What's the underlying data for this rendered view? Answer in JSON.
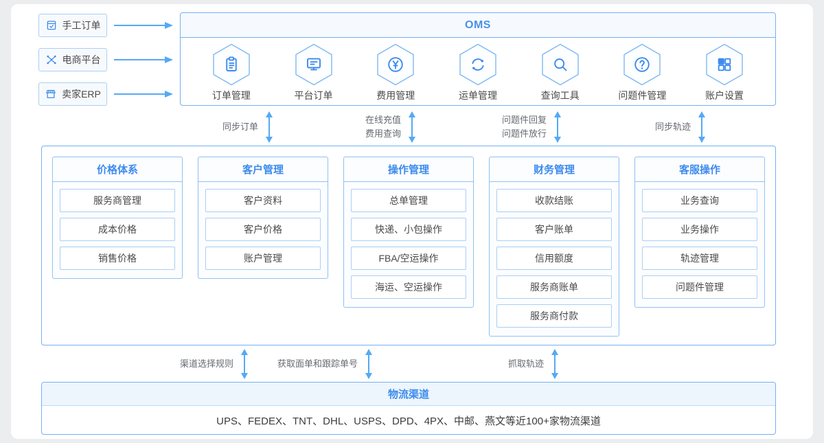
{
  "colors": {
    "accent_blue": "#3d8bee",
    "arrow_blue": "#55a9f4",
    "box_border_blue": "#74b0f2",
    "light_border_blue": "#aacff3",
    "header_tint": "#f6fafe",
    "text_dark": "#4a4a4a"
  },
  "sources": [
    {
      "label": "手工订单",
      "icon": "calendar-check-icon"
    },
    {
      "label": "电商平台",
      "icon": "network-nodes-icon"
    },
    {
      "label": "卖家ERP",
      "icon": "storefront-icon"
    }
  ],
  "oms": {
    "title": "OMS",
    "modules": [
      {
        "label": "订单管理",
        "icon": "clipboard-icon"
      },
      {
        "label": "平台订单",
        "icon": "monitor-icon"
      },
      {
        "label": "费用管理",
        "icon": "yen-circle-icon"
      },
      {
        "label": "运单管理",
        "icon": "sync-icon"
      },
      {
        "label": "查询工具",
        "icon": "search-icon"
      },
      {
        "label": "问题件管理",
        "icon": "question-circle-icon"
      },
      {
        "label": "账户设置",
        "icon": "grid-icon"
      }
    ]
  },
  "oms_platform_links": [
    {
      "lines": [
        "同步订单"
      ]
    },
    {
      "lines": [
        "在线充值",
        "费用查询"
      ]
    },
    {
      "lines": [
        "问题件回复",
        "问题件放行"
      ]
    },
    {
      "lines": [
        "同步轨迹"
      ]
    }
  ],
  "platform": {
    "columns": [
      {
        "title": "价格体系",
        "items": [
          "服务商管理",
          "成本价格",
          "销售价格"
        ]
      },
      {
        "title": "客户管理",
        "items": [
          "客户资料",
          "客户价格",
          "账户管理"
        ]
      },
      {
        "title": "操作管理",
        "items": [
          "总单管理",
          "快递、小包操作",
          "FBA/空运操作",
          "海运、空运操作"
        ]
      },
      {
        "title": "财务管理",
        "items": [
          "收款结账",
          "客户账单",
          "信用额度",
          "服务商账单",
          "服务商付款"
        ]
      },
      {
        "title": "客服操作",
        "items": [
          "业务查询",
          "业务操作",
          "轨迹管理",
          "问题件管理"
        ]
      }
    ]
  },
  "platform_channel_links": [
    {
      "label": "渠道选择规则"
    },
    {
      "label": "获取面单和跟踪单号"
    },
    {
      "label": "抓取轨迹"
    }
  ],
  "logistics": {
    "title": "物流渠道",
    "providers": "UPS、FEDEX、TNT、DHL、USPS、DPD、4PX、中邮、燕文等近100+家物流渠道"
  }
}
